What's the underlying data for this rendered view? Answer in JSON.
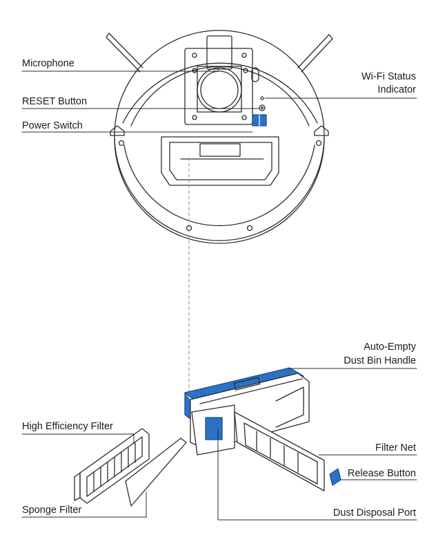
{
  "labels": {
    "microphone": "Microphone",
    "reset_button": "RESET Button",
    "power_switch": "Power Switch",
    "wifi_status_line1": "Wi-Fi Status",
    "wifi_status_line2": "Indicator",
    "auto_empty_line1": "Auto-Empty",
    "auto_empty_line2": "Dust Bin Handle",
    "high_efficiency_filter": "High Efficiency Filter",
    "filter_net": "Filter Net",
    "release_button": "Release Button",
    "sponge_filter": "Sponge Filter",
    "dust_disposal_port": "Dust Disposal Port"
  },
  "colors": {
    "line": "#2b2b2b",
    "accent_blue": "#2a72c4",
    "dashed_connector": "#6a8fc9"
  }
}
